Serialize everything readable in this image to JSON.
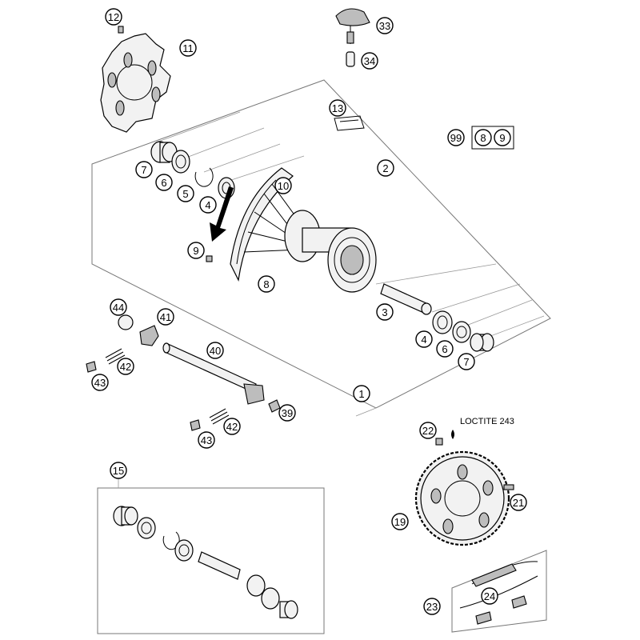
{
  "diagram": {
    "note": "LOCTITE 243",
    "callouts": [
      {
        "id": "c12",
        "label": "12"
      },
      {
        "id": "c11",
        "label": "11"
      },
      {
        "id": "c33",
        "label": "33"
      },
      {
        "id": "c34",
        "label": "34"
      },
      {
        "id": "c13",
        "label": "13"
      },
      {
        "id": "c99",
        "label": "99"
      },
      {
        "id": "c8",
        "label": "8"
      },
      {
        "id": "c9a",
        "label": "9"
      },
      {
        "id": "c7a",
        "label": "7"
      },
      {
        "id": "c6a",
        "label": "6"
      },
      {
        "id": "c5",
        "label": "5"
      },
      {
        "id": "c4a",
        "label": "4"
      },
      {
        "id": "c10",
        "label": "10"
      },
      {
        "id": "c2",
        "label": "2"
      },
      {
        "id": "c9b",
        "label": "9"
      },
      {
        "id": "c8b",
        "label": "8"
      },
      {
        "id": "c3",
        "label": "3"
      },
      {
        "id": "c4b",
        "label": "4"
      },
      {
        "id": "c6b",
        "label": "6"
      },
      {
        "id": "c7b",
        "label": "7"
      },
      {
        "id": "c44",
        "label": "44"
      },
      {
        "id": "c41",
        "label": "41"
      },
      {
        "id": "c42a",
        "label": "42"
      },
      {
        "id": "c43a",
        "label": "43"
      },
      {
        "id": "c40",
        "label": "40"
      },
      {
        "id": "c1",
        "label": "1"
      },
      {
        "id": "c39",
        "label": "39"
      },
      {
        "id": "c42b",
        "label": "42"
      },
      {
        "id": "c43b",
        "label": "43"
      },
      {
        "id": "c22",
        "label": "22"
      },
      {
        "id": "c15",
        "label": "15"
      },
      {
        "id": "c19",
        "label": "19"
      },
      {
        "id": "c21",
        "label": "21"
      },
      {
        "id": "c23",
        "label": "23"
      },
      {
        "id": "c24",
        "label": "24"
      }
    ]
  }
}
